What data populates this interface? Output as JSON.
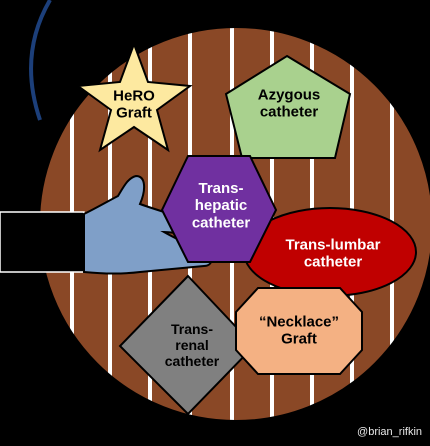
{
  "colors": {
    "background": "#000000",
    "barrel_wood": "#8a4826",
    "barrel_plank_line": "#ffffff",
    "accent_arc": "#1c3f7a",
    "star": "#fde9a0",
    "pentagon": "#a9d18e",
    "hexagon_purple": "#7030a0",
    "ellipse_red": "#c00000",
    "diamond_gray": "#808080",
    "octagon_orange": "#f4b183",
    "hand": "#7f9fc8",
    "sleeve": "#000000"
  },
  "shapes": {
    "hero_graft": {
      "label": "HeRO\nGraft",
      "icon": "star"
    },
    "azygous": {
      "label": "Azygous\ncatheter",
      "icon": "pentagon"
    },
    "transhepatic": {
      "label": "Trans-\nhepatic\ncatheter",
      "icon": "hexagon"
    },
    "translumbar": {
      "label": "Trans-lumbar\ncatheter",
      "icon": "ellipse"
    },
    "transrenal": {
      "label": "Trans-\nrenal\ncatheter",
      "icon": "diamond"
    },
    "necklace": {
      "label": "“Necklace”\nGraft",
      "icon": "octagon"
    }
  },
  "credit": "@brian_rifkin"
}
